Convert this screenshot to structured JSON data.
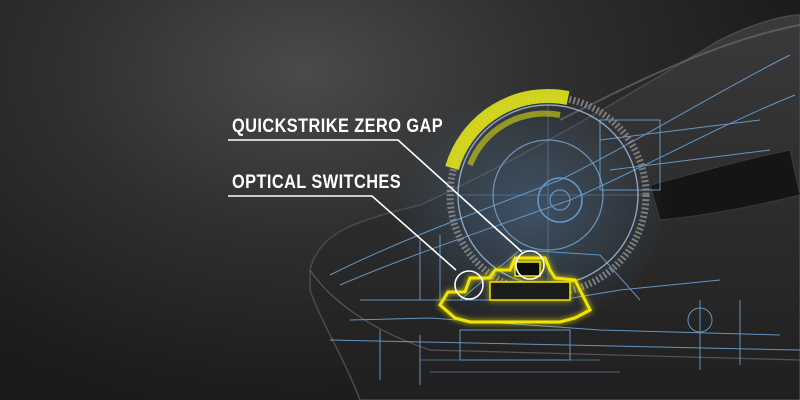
{
  "callouts": {
    "quickstrike": "QUICKSTRIKE ZERO GAP",
    "optical": "OPTICAL SWITCHES"
  },
  "colors": {
    "background": "#1c1c1c",
    "shell": "#2a2a2a",
    "wireframe_blue": "#6fa8dc",
    "switch_glow": "#f2e600",
    "callout_line": "#ffffff"
  },
  "icons": [
    "mouse-shell",
    "gear-wheel",
    "optical-switch"
  ]
}
